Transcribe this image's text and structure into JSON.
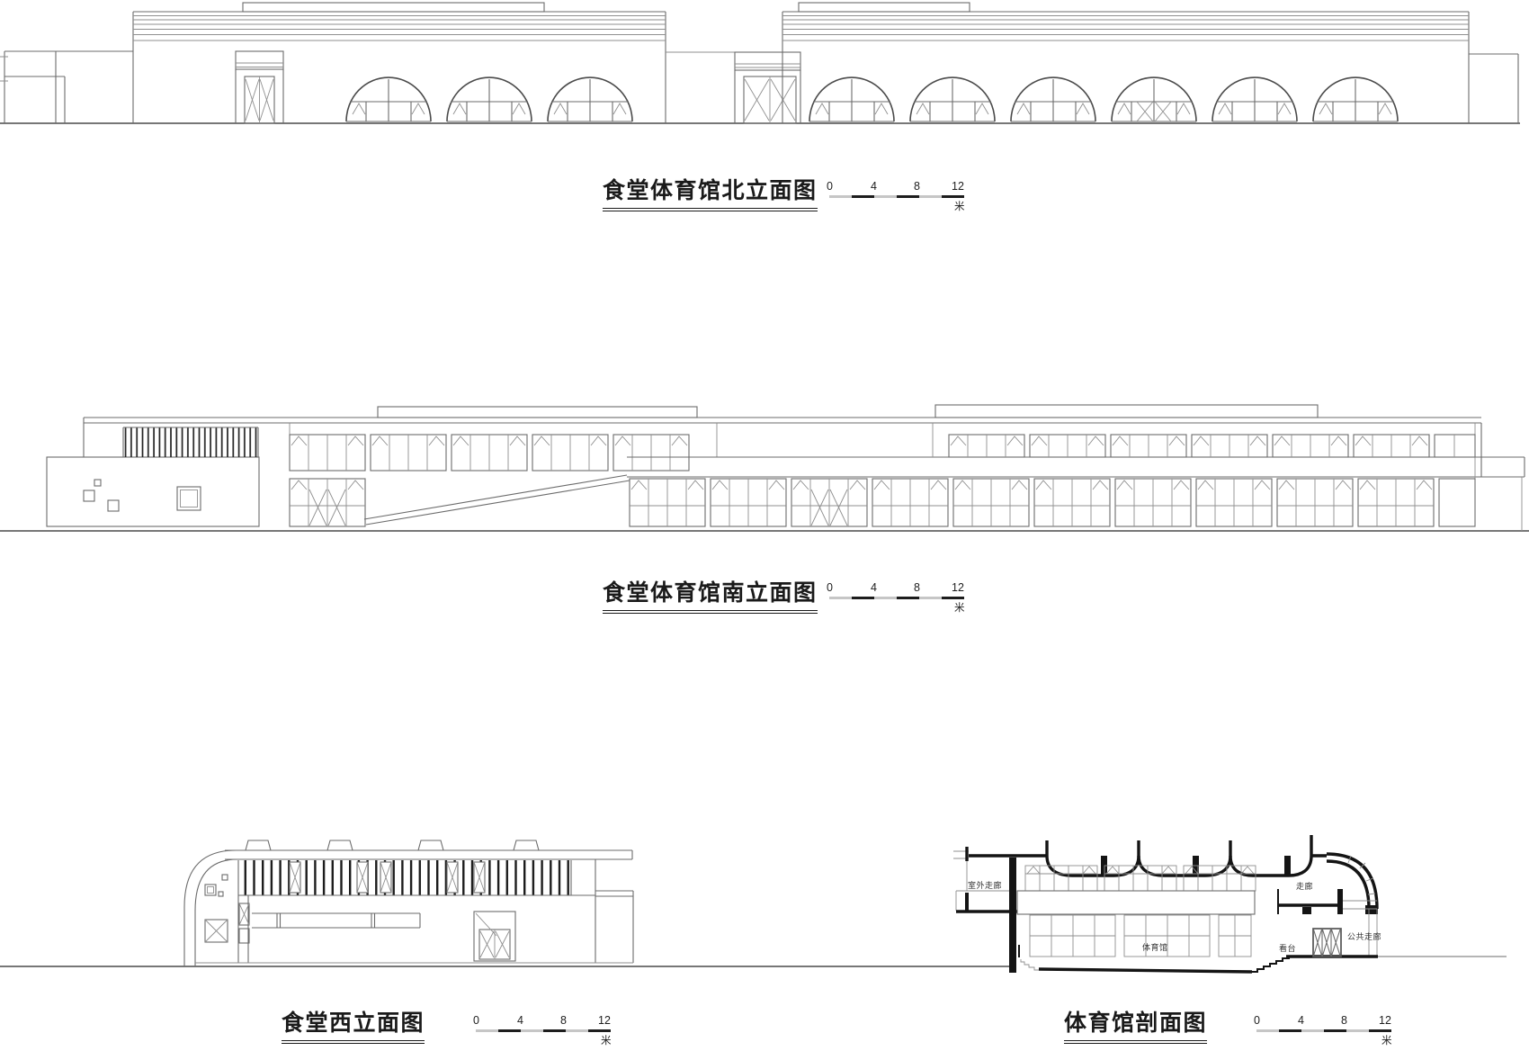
{
  "sheet": {
    "background": "#ffffff"
  },
  "views": [
    {
      "id": "north",
      "title": "食堂体育馆北立面图"
    },
    {
      "id": "south",
      "title": "食堂体育馆南立面图"
    },
    {
      "id": "west",
      "title": "食堂西立面图"
    },
    {
      "id": "section",
      "title": "体育馆剖面图"
    }
  ],
  "scale": {
    "labels": [
      "0",
      "4",
      "8",
      "12"
    ],
    "unit": "米"
  },
  "section_labels": {
    "outdoor_corridor": "室外走廊",
    "corridor": "走廊",
    "public_corridor": "公共走廊",
    "gymnasium": "体育馆",
    "grandstand": "看台"
  },
  "colors": {
    "line_light": "#8f8f8f",
    "line_medium": "#6b6b6b",
    "line_dark": "#4a4a4a",
    "cut_black": "#141414",
    "scale_gray": "#c6c6c6",
    "scale_dark": "#1d1d1d"
  }
}
